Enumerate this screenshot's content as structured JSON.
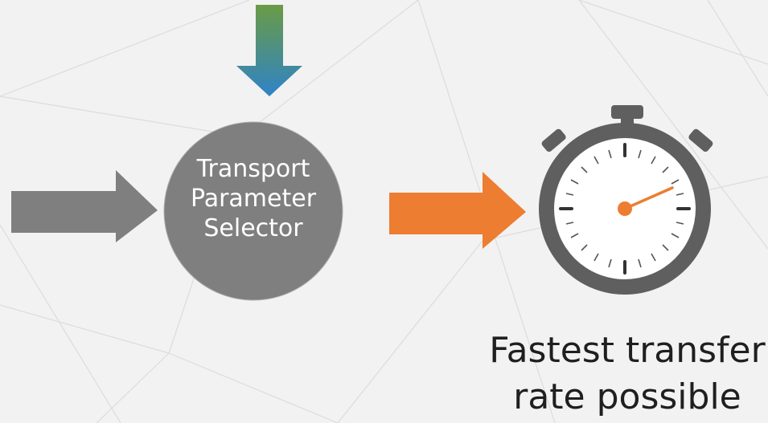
{
  "node": {
    "line1": "Transport",
    "line2": "Parameter",
    "line3": "Selector"
  },
  "caption": {
    "line1": "Fastest transfer",
    "line2": "rate possible"
  },
  "colors": {
    "background": "#f2f2f2",
    "node_fill": "#7f7f7f",
    "input_arrow": "#7f7f7f",
    "top_arrow_gradient": [
      "#6a9b45",
      "#2f83c7"
    ],
    "output_arrow": "#ed7d31",
    "stopwatch_body": "#5f5f5f",
    "stopwatch_hand": "#ed7d31"
  },
  "icons": [
    "stopwatch-icon"
  ]
}
